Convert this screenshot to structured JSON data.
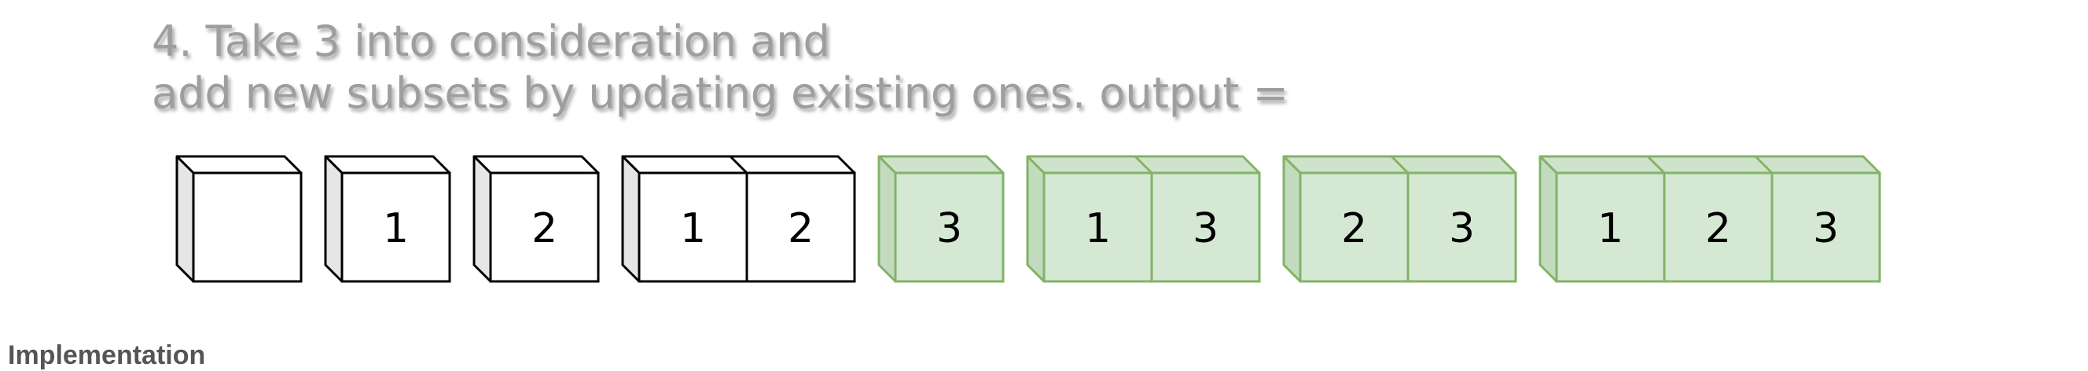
{
  "caption": {
    "line1": "4. Take 3 into consideration and",
    "line2": "add new subsets by updating existing ones. output ="
  },
  "subsets": [
    {
      "elements": [],
      "color": "white"
    },
    {
      "elements": [
        "1"
      ],
      "color": "white"
    },
    {
      "elements": [
        "2"
      ],
      "color": "white"
    },
    {
      "elements": [
        "1",
        "2"
      ],
      "color": "white"
    },
    {
      "elements": [
        "3"
      ],
      "color": "green"
    },
    {
      "elements": [
        "1",
        "3"
      ],
      "color": "green"
    },
    {
      "elements": [
        "2",
        "3"
      ],
      "color": "green"
    },
    {
      "elements": [
        "1",
        "2",
        "3"
      ],
      "color": "green"
    }
  ],
  "colors": {
    "white_front": "#ffffff",
    "white_side": "#e6e6e6",
    "white_top": "#ffffff",
    "white_stroke": "#000000",
    "green_front": "#d5e8d4",
    "green_side": "#c2dbbf",
    "green_top": "#cfe3cc",
    "green_stroke": "#82b366",
    "caption_text": "#9e9e9e"
  },
  "section_heading": "Implementation"
}
